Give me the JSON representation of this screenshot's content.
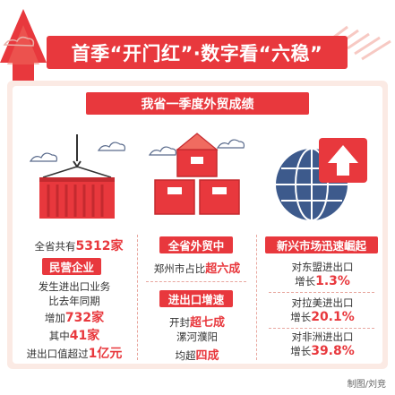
{
  "header": {
    "title": "首季“开门红”·数字看“六稳”"
  },
  "section": {
    "subtitle": "我省一季度外贸成绩"
  },
  "col1": {
    "line1_prefix": "全省共有",
    "line1_value": "5312家",
    "badge": "民营企业",
    "line2": "发生进出口业务",
    "line3": "比去年同期",
    "line4_prefix": "增加",
    "line4_value": "732家",
    "line5_prefix": "其中",
    "line5_value": "41家",
    "line6_prefix": "进出口值超过",
    "line6_value": "1亿元"
  },
  "col2": {
    "badge1": "全省外贸中",
    "line1_prefix": "郑州市占比",
    "line1_value": "超六成",
    "badge2": "进出口增速",
    "line2_prefix": "开封",
    "line2_value": "超七成",
    "line3": "漯河濮阳",
    "line4_prefix": "均超",
    "line4_value": "四成"
  },
  "col3": {
    "badge": "新兴市场迅速崛起",
    "m1_label": "对东盟进出口",
    "m1_prefix": "增长",
    "m1_value": "1.3%",
    "m2_label": "对拉美进出口",
    "m2_prefix": "增长",
    "m2_value": "20.1%",
    "m3_label": "对非洲进出口",
    "m3_prefix": "增长",
    "m3_value": "39.8%"
  },
  "credit": "制图/刘竞",
  "colors": {
    "accent": "#e8383d",
    "panel": "#fbeae4"
  },
  "icons": [
    "upward-arrow-icon",
    "container-crane-icon",
    "stacked-boxes-icon",
    "globe-arrow-icon",
    "cloud-icon"
  ]
}
